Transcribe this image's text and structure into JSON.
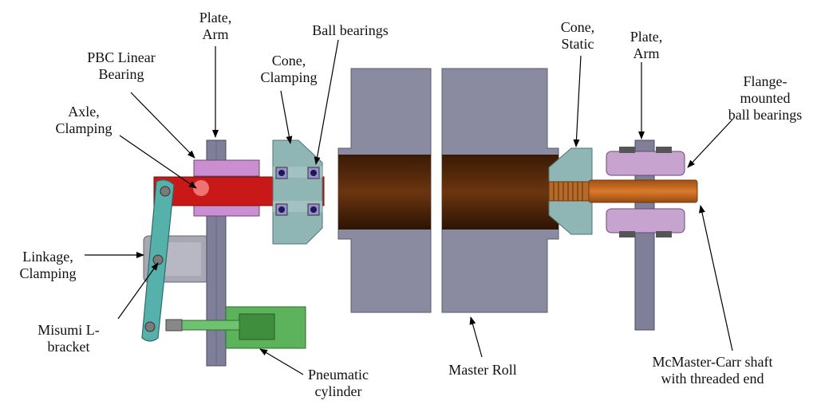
{
  "labels": {
    "plate_arm_left": [
      "Plate,",
      "Arm"
    ],
    "pbc_linear_bearing": [
      "PBC Linear",
      "Bearing"
    ],
    "axle_clamping": [
      "Axle,",
      "Clamping"
    ],
    "ball_bearings": [
      "Ball bearings"
    ],
    "cone_clamping": [
      "Cone,",
      "Clamping"
    ],
    "linkage_clamping": [
      "Linkage,",
      "Clamping"
    ],
    "misumi_l_bracket": [
      "Misumi L-",
      "bracket"
    ],
    "pneumatic_cylinder": [
      "Pneumatic",
      "cylinder"
    ],
    "master_roll": [
      "Master Roll"
    ],
    "cone_static": [
      "Cone,",
      "Static"
    ],
    "plate_arm_right": [
      "Plate,",
      "Arm"
    ],
    "flange_mounted_ball_bearings": [
      "Flange-",
      "mounted",
      "ball bearings"
    ],
    "mcmaster_carr_shaft": [
      "McMaster-Carr shaft",
      "with threaded end"
    ]
  },
  "colors": {
    "plate": "#7f7f99",
    "plate_dark": "#5a5a70",
    "pbc_bearing": "#c98fd0",
    "axle": "#c81818",
    "cone": "#8fb6b4",
    "linkage": "#56b1ab",
    "l_bracket": "#a8a8b4",
    "cylinder": "#5cb35c",
    "roll_body": "#8a8ba0",
    "roll_core": "#5a2a0c",
    "copper_shaft": "#c2631a",
    "flange_bearing": "#c7a3cf",
    "ball": "#6a5acd",
    "arrow": "#000000"
  }
}
